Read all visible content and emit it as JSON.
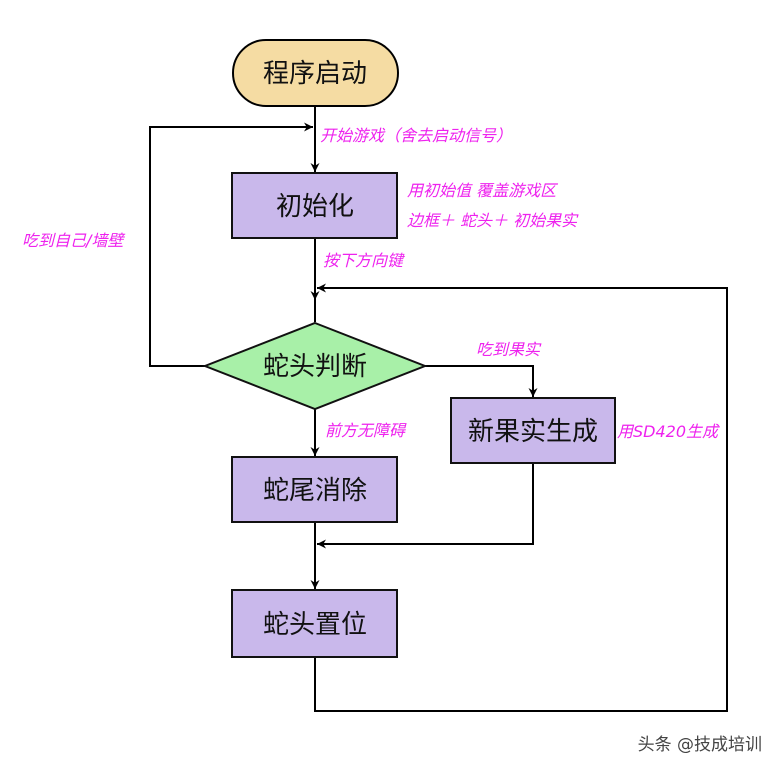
{
  "nodes": {
    "start": "程序启动",
    "init": "初始化",
    "decision": "蛇头判断",
    "new_fruit": "新果实生成",
    "tail_remove": "蛇尾消除",
    "head_place": "蛇头置位"
  },
  "labels": {
    "start_game": "开始游戏（舍去启动信号）",
    "init_note_1": "用初始值 覆盖游戏区",
    "init_note_2": "边框＋ 蛇头＋ 初始果实",
    "hit_self_wall": "吃到自己/墙壁",
    "press_direction": "按下方向键",
    "eat_fruit": "吃到果实",
    "no_obstacle": "前方无障碍",
    "fruit_note": "用SD420生成"
  },
  "watermark": "头条 @技成培训",
  "colors": {
    "start_fill": "#f5dca3",
    "process_fill": "#c9b8eb",
    "decision_fill": "#a8f0a8",
    "label": "#ee22ee"
  }
}
